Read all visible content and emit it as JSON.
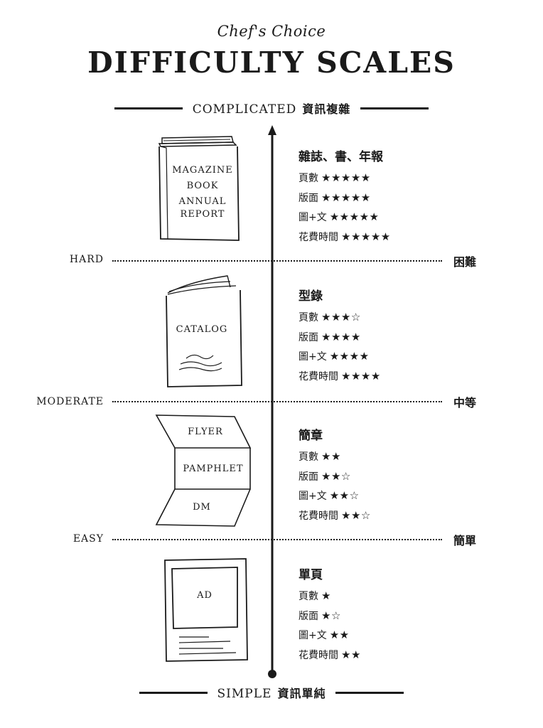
{
  "header": {
    "subtitle": "Chef's Choice",
    "title": "DIFFICULTY SCALES"
  },
  "axis": {
    "top_label": "COMPLICATED",
    "top_label_zh": "資訊複雜",
    "bottom_label": "SIMPLE",
    "bottom_label_zh": "資訊單純"
  },
  "levels": {
    "hard": {
      "label": "HARD",
      "zh": "困難"
    },
    "moderate": {
      "label": "MODERATE",
      "zh": "中等"
    },
    "easy": {
      "label": "EASY",
      "zh": "簡單"
    }
  },
  "illustrations": {
    "book": {
      "line1": "MAGAZINE",
      "line2": "BOOK",
      "line3": "ANNUAL",
      "line4": "REPORT"
    },
    "catalog": {
      "label": "CATALOG"
    },
    "folder": {
      "panel1": "FLYER",
      "panel2": "PAMPHLET",
      "panel3": "DM"
    },
    "ad": {
      "label": "AD"
    }
  },
  "blocks": [
    {
      "title": "雜誌、書、年報",
      "rows": [
        {
          "label": "頁數",
          "stars": "★★★★★"
        },
        {
          "label": "版面",
          "stars": "★★★★★"
        },
        {
          "label": "圖+文",
          "stars": "★★★★★"
        },
        {
          "label": "花費時間",
          "stars": "★★★★★"
        }
      ]
    },
    {
      "title": "型錄",
      "rows": [
        {
          "label": "頁數",
          "stars": "★★★☆"
        },
        {
          "label": "版面",
          "stars": "★★★★"
        },
        {
          "label": "圖+文",
          "stars": "★★★★"
        },
        {
          "label": "花費時間",
          "stars": "★★★★"
        }
      ]
    },
    {
      "title": "簡章",
      "rows": [
        {
          "label": "頁數",
          "stars": "★★"
        },
        {
          "label": "版面",
          "stars": "★★☆"
        },
        {
          "label": "圖+文",
          "stars": "★★☆"
        },
        {
          "label": "花費時間",
          "stars": "★★☆"
        }
      ]
    },
    {
      "title": "單頁",
      "rows": [
        {
          "label": "頁數",
          "stars": "★"
        },
        {
          "label": "版面",
          "stars": "★☆"
        },
        {
          "label": "圖+文",
          "stars": "★★"
        },
        {
          "label": "花費時間",
          "stars": "★★"
        }
      ]
    }
  ]
}
